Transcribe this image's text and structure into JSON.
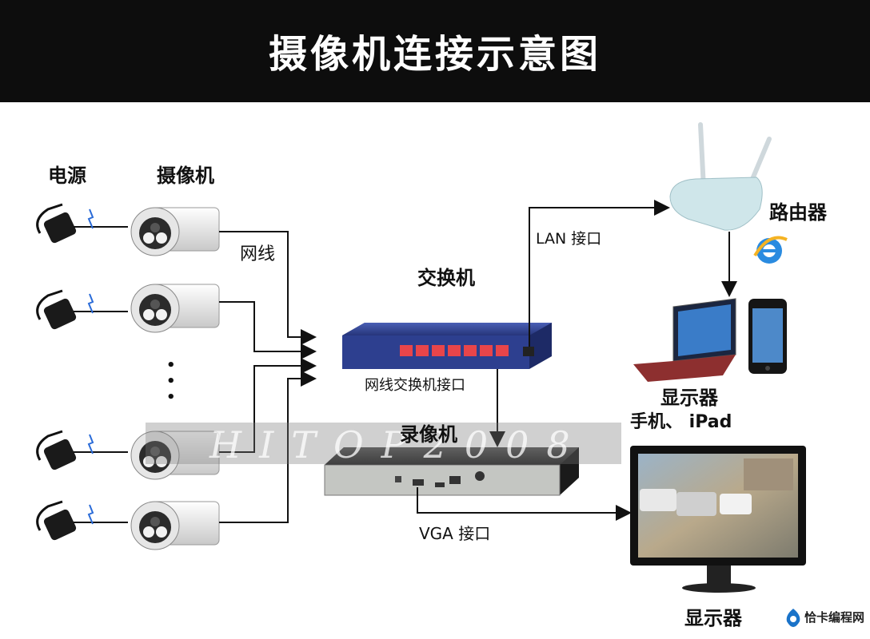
{
  "title": "摄像机连接示意图",
  "labels": {
    "power": "电源",
    "camera": "摄像机",
    "network_cable": "网线",
    "switch": "交换机",
    "switch_port": "网线交换机接口",
    "lan_port": "LAN 接口",
    "router": "路由器",
    "display_top": "显示器",
    "phone_ipad": "手机、 iPad",
    "recorder": "录像机",
    "vga_port": "VGA 接口",
    "display_bottom": "显示器",
    "ellipsis_dots": "• • •"
  },
  "watermark": "HITOP2008",
  "logo": "恰卡编程网",
  "colors": {
    "switch_blue": "#2d3f8f",
    "switch_port_red": "#e8454a",
    "router_teal": "#cfe6ea",
    "nvr_dark": "#2b2b2b",
    "line": "#111111"
  },
  "icons": [
    "power-adapter-icon",
    "bullet-camera-icon",
    "network-switch-icon",
    "router-icon",
    "ie-browser-icon",
    "laptop-icon",
    "smartphone-icon",
    "nvr-recorder-icon",
    "monitor-icon"
  ]
}
